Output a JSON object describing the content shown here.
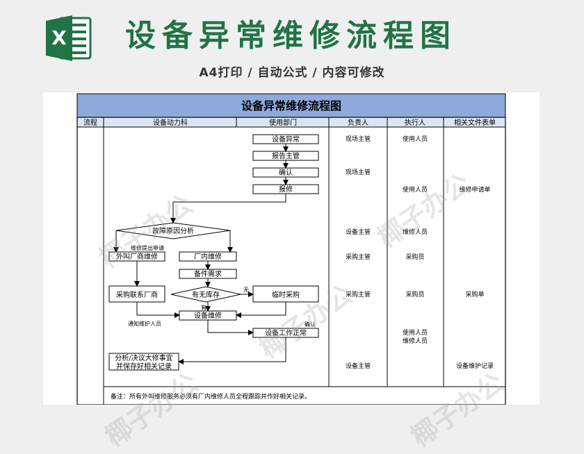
{
  "banner": {
    "logo_icon": "excel-icon",
    "logo_letter": "X",
    "title": "设备异常维修流程图",
    "subtitle": "A4打印 / 自动公式 / 内容可修改"
  },
  "sheet": {
    "title": "设备异常维修流程图",
    "headers": [
      "流程",
      "设备动力科",
      "使用部门",
      "负责人",
      "执行人",
      "相关文件表单"
    ],
    "nodes": {
      "equipment_abnormal": "设备异常",
      "report_supervisor": "报告主管",
      "confirm": "确认",
      "report_repair": "报修",
      "fault_analysis": "故障原因分析",
      "external_repair": "外叫厂商维修",
      "internal_repair": "厂内维修",
      "spare_parts": "备件需求",
      "in_stock": "有无库存",
      "contact_vendor": "采购联系厂商",
      "temp_purchase": "临时采购",
      "equipment_repair": "设备维修",
      "equipment_normal": "设备工作正常",
      "analysis_record_1": "分析/决议大修事宜",
      "analysis_record_2": "并保存好相关记录"
    },
    "edge_labels": {
      "request_repair": "维修提出申请",
      "none": "无",
      "have": "有",
      "notify_staff": "通知维护人员",
      "confirm": "确认"
    },
    "responsible": [
      "现场主管",
      "现场主管",
      "设备主管",
      "采购主管",
      "采购主管",
      "设备主管"
    ],
    "executors": [
      "使用人员",
      "使用人员",
      "维修人员",
      "采购员",
      "采购员",
      "使用人员",
      "维修人员"
    ],
    "forms": [
      "维修申请单",
      "采购单",
      "设备维护记录"
    ],
    "note": "备注：所有外叫维修服务必须有厂内维修人员全程跟踪并作好相关记录。"
  },
  "watermark": "椰子办公",
  "colors": {
    "brand_green": "#217346",
    "header_blue": "#8ea9db",
    "subheader_blue": "#dce6f1"
  }
}
